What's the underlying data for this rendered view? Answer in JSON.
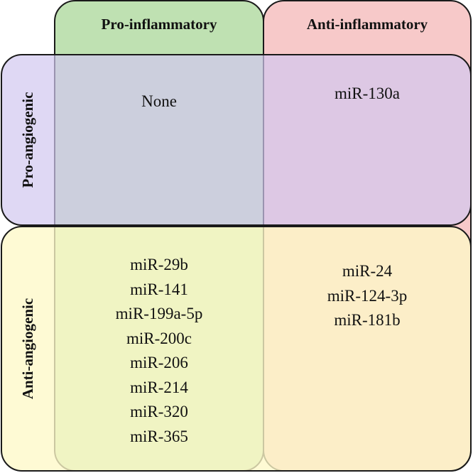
{
  "columns": {
    "pro_inflammatory": "Pro-inflammatory",
    "anti_inflammatory": "Anti-inflammatory"
  },
  "rows": {
    "pro_angiogenic": "Pro-angiogenic",
    "anti_angiogenic": "Anti-angiogenic"
  },
  "cells": {
    "pro_angiogenic_pro_inflammatory": [
      "None"
    ],
    "pro_angiogenic_anti_inflammatory": [
      "miR-130a"
    ],
    "anti_angiogenic_pro_inflammatory": [
      "miR-29b",
      "miR-141",
      "miR-199a-5p",
      "miR-200c",
      "miR-206",
      "miR-214",
      "miR-320",
      "miR-365"
    ],
    "anti_angiogenic_anti_inflammatory": [
      "miR-24",
      "miR-124-3p",
      "miR-181b"
    ]
  },
  "colors": {
    "pro_inflammatory_fill": "#b8deaa",
    "anti_inflammatory_fill": "#f6c4c4",
    "pro_angiogenic_fill": "#d2c8f0",
    "anti_angiogenic_fill": "#fef8c8",
    "border": "#1a1a1a"
  }
}
